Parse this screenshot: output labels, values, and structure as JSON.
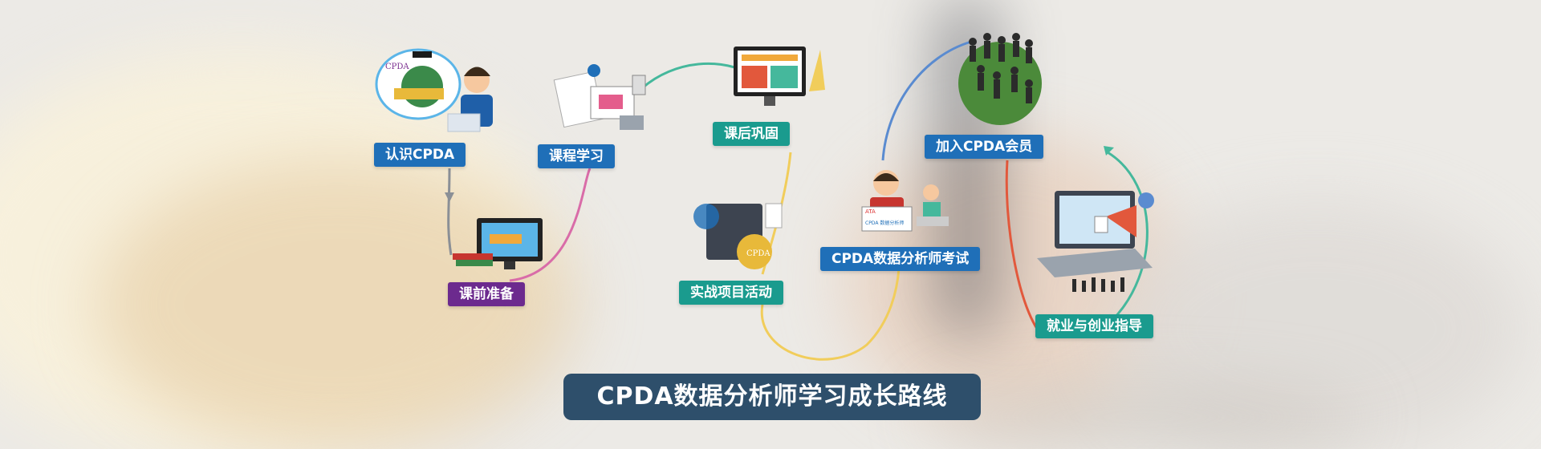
{
  "title": "CPDA数据分析师学习成长路线",
  "nodes": [
    {
      "id": "know",
      "label": "认识CPDA",
      "color": "#1f6fb8"
    },
    {
      "id": "pre",
      "label": "课前准备",
      "color": "#6c2a8e"
    },
    {
      "id": "course",
      "label": "课程学习",
      "color": "#1f6fb8"
    },
    {
      "id": "review",
      "label": "课后巩固",
      "color": "#1a9b8e"
    },
    {
      "id": "project",
      "label": "实战项目活动",
      "color": "#1a9b8e"
    },
    {
      "id": "exam",
      "label": "CPDA数据分析师考试",
      "color": "#1f6fb8"
    },
    {
      "id": "member",
      "label": "加入CPDA会员",
      "color": "#1f6fb8"
    },
    {
      "id": "career",
      "label": "就业与创业指导",
      "color": "#1a9b8e"
    }
  ],
  "illustration_text": {
    "cpda_logo": "CPDA",
    "cpda_badge": "CPDA",
    "ata": "ATA",
    "exam_screen": "CPDA 数据分析师"
  }
}
